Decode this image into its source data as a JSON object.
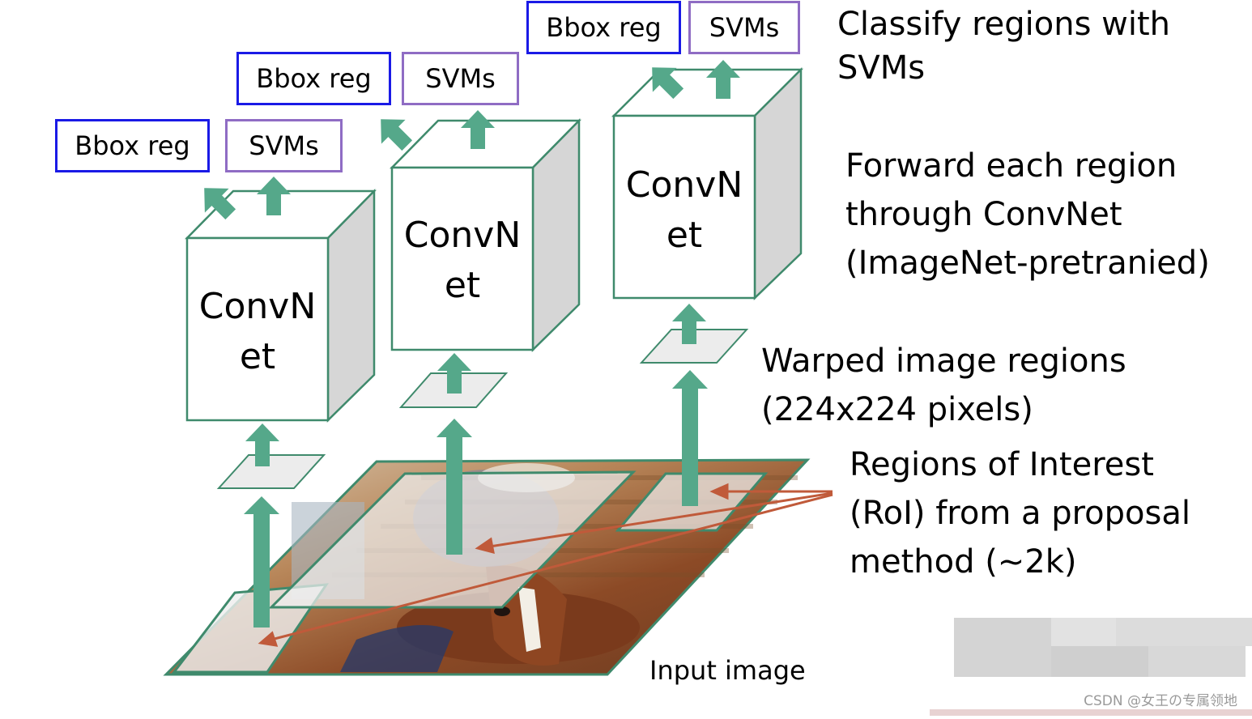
{
  "labels": {
    "classify_line1": "Classify regions with",
    "classify_line2": "SVMs",
    "forward_line1": "Forward each region",
    "forward_line2": "through ConvNet",
    "forward_line3": "(ImageNet-pretranied)",
    "warped_line1": "Warped image regions",
    "warped_line2": "(224x224 pixels)",
    "roi_line1": "Regions of Interest",
    "roi_line2": "(RoI) from a proposal",
    "roi_line3": "method (~2k)",
    "input_image": "Input image"
  },
  "columns": [
    {
      "bbox": "Bbox reg",
      "svm": "SVMs",
      "convnet_line1": "ConvN",
      "convnet_line2": "et"
    },
    {
      "bbox": "Bbox reg",
      "svm": "SVMs",
      "convnet_line1": "ConvN",
      "convnet_line2": "et"
    },
    {
      "bbox": "Bbox reg",
      "svm": "SVMs",
      "convnet_line1": "ConvN",
      "convnet_line2": "et"
    }
  ],
  "watermark": "CSDN @女王の专属领地",
  "colors": {
    "arrow": "#55a88a",
    "box_outline": "#3f8a6c",
    "bbox_border": "#1a1ae6",
    "svm_border": "#8f6cc4",
    "pointer": "#c05a3a"
  }
}
